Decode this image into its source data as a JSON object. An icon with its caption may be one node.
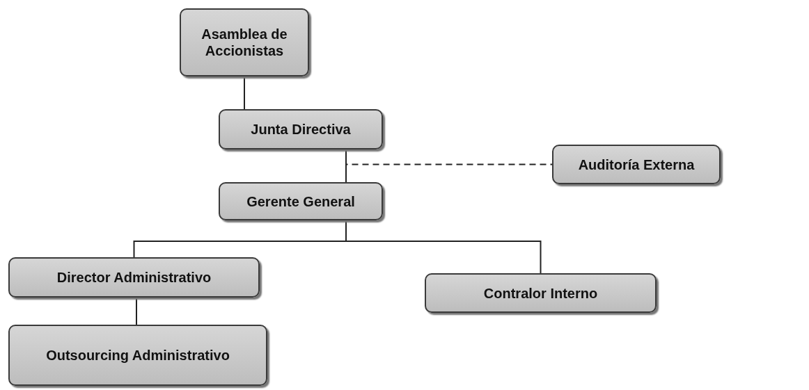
{
  "diagram": {
    "nodes": [
      {
        "text": [
          "Asamblea de Accionistas"
        ]
      },
      {
        "text": [
          "Junta Directiva"
        ]
      },
      {
        "text": [
          "Auditoría Externa"
        ]
      },
      {
        "text": [
          "Gerente General"
        ]
      },
      {
        "text": [
          "Director Administrativo"
        ]
      },
      {
        "text": [
          "Contralor Interno"
        ]
      },
      {
        "text": [
          "Outsourcing Administrativo"
        ]
      }
    ],
    "edges": [
      {
        "from": 0,
        "to": 1,
        "arrow": "none"
      },
      {
        "from": 1,
        "to": 3,
        "arrow": "none"
      },
      {
        "from": 1,
        "to": 2,
        "arrow": "none",
        "style": "dashed"
      },
      {
        "from": 3,
        "to": 4,
        "arrow": "none"
      },
      {
        "from": 3,
        "to": 5,
        "arrow": "none"
      },
      {
        "from": 4,
        "to": 6,
        "arrow": "none"
      }
    ]
  }
}
